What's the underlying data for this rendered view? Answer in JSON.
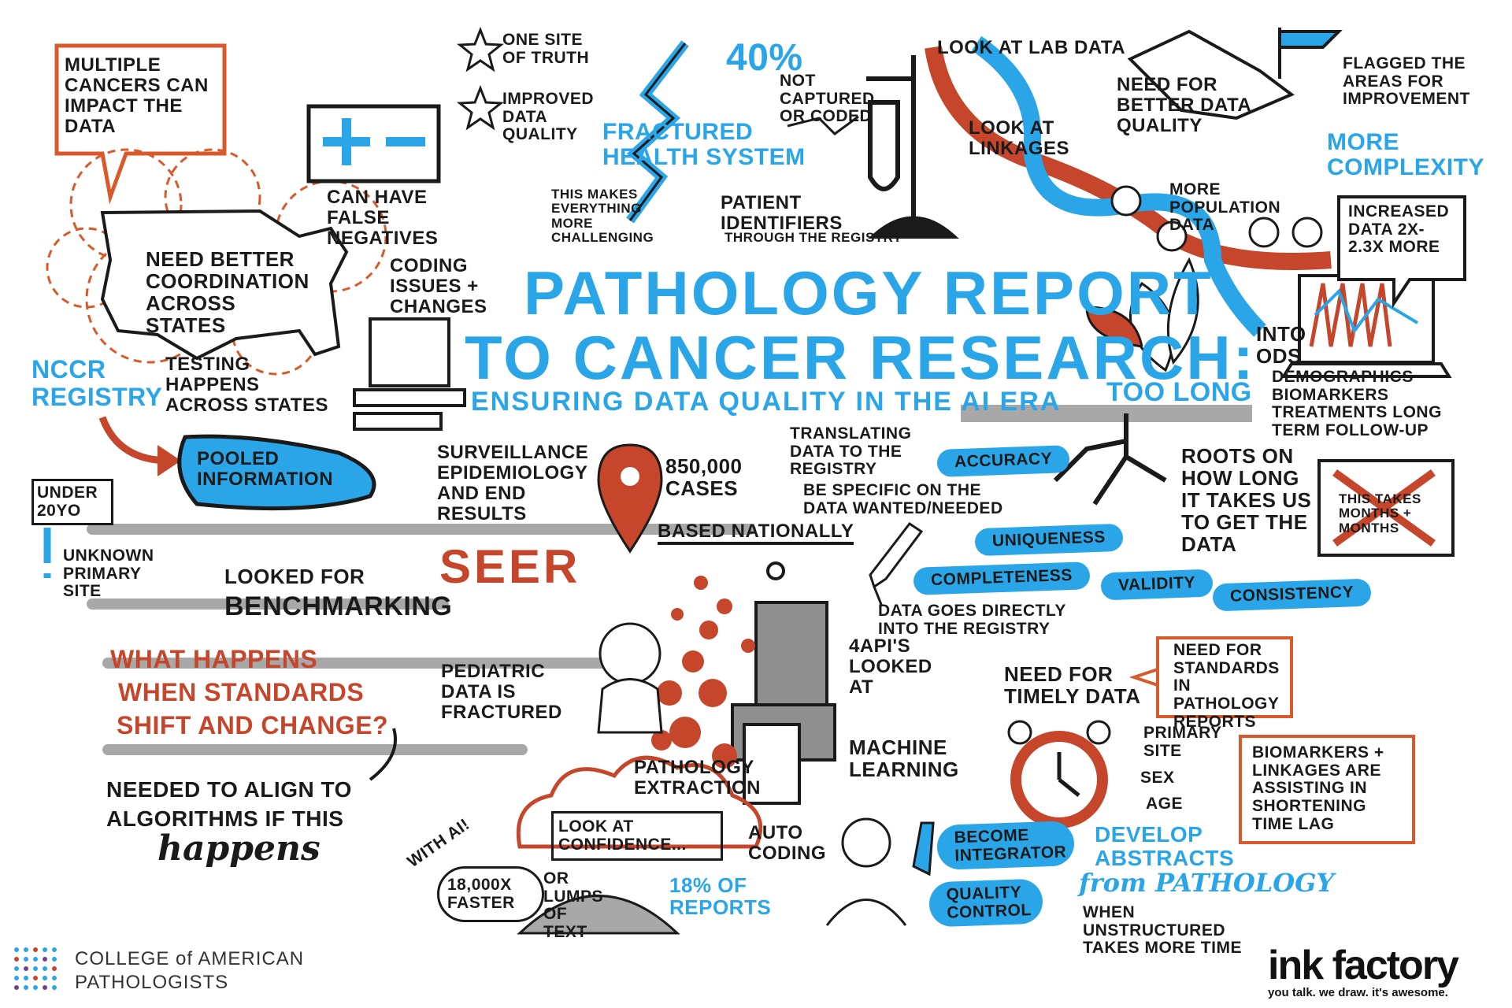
{
  "title": {
    "line1": "PATHOLOGY REPORT",
    "line2": "TO CANCER RESEARCH:",
    "subtitle": "ENSURING DATA QUALITY IN THE AI ERA"
  },
  "notes": {
    "multiple_cancers": "MULTIPLE CANCERS CAN Impact THE DATA",
    "false_negatives": "CAN HAVE FALSE NEGATIVES",
    "one_site": "ONE SITE OF TRUTH",
    "improved_quality": "IMPROVED DATA QUALITY",
    "forty_pct": "40%",
    "not_captured": "NOT CAPTURED OR CODED",
    "fractured": "FRACTURED HEALTH SYSTEM",
    "challenging": "THIS MAKES EVERYTHING MORE CHALLENGING",
    "patient_ids": "PATIENT IDENTIFIERS",
    "through_registry": "THROUGH THE REGISTRY",
    "lab_data": "LOOK AT LAB DATA",
    "linkages": "LOOK AT LINKAGES",
    "better_quality": "NEED FOR BETTER DATA QUALITY",
    "flagged": "FLAGGED THE AREAS FOR Improvement",
    "more_complexity": "MORE COMPLEXITY",
    "more_population": "MORE POPULATION DATA",
    "increased": "INCREASED DATA 2X-2.3X MORE",
    "coordination": "NEED BETTER COORDINATION ACROSS STATES",
    "testing": "TESTING HAPPENS ACROSS STATES",
    "coding": "CODING ISSUES + CHANGES",
    "nccr": "NCCR REGISTRY",
    "pooled": "POOLED INFORMATION",
    "under20": "UNDER 20YO",
    "unknown": "UNKNOWN PRIMARY SITE",
    "benchmarking1": "LOOKED for",
    "benchmarking2": "BENCHMARKING",
    "seer_desc": "SURVEILLANCE EPIDEMIOLOGY AND END RESULTS",
    "seer": "SEER",
    "cases": "850,000 CASES",
    "based": "BASED NATIONALLY",
    "translating": "TRANSLATING DATA TO THE REGISTRY",
    "be_specific": "BE SPECIFIC ON THE DATA WANTED/NEEDED",
    "accuracy": "ACCURACY",
    "uniqueness": "UNIQUENESS",
    "completeness": "COMPLETENESS",
    "validity": "VALIDITY",
    "consistency": "CONSISTENCY",
    "goes_directly": "DATA GOES DIRECTLY INTO THE REGISTRY",
    "too_long": "TOO LONG",
    "roots": "ROOTS ON HOW LONG IT TAKES US TO GET THE DATA",
    "into_ods": "INTO ODS",
    "ods_list": "DEMOGRAPHICS BIOMARKERS TREATMENTS LONG TERM FOLLOW-UP",
    "takes_months": "THIS TAKES MONTHS + MONTHS",
    "what_happens1": "WHAT HAPPENS",
    "what_happens2": "WHEN STANDARDS",
    "what_happens3": "SHIFT and CHANGE?",
    "aligned1": "NEEDED TO ALIGN TO",
    "aligned2": "ALGORITHMS IF THIS",
    "aligned3": "happens",
    "pediatric": "PEDIATRIC DATA IS FRACTURED",
    "apis": "4API's LOOKED AT",
    "ml": "MACHINE LEARNING",
    "extraction": "PATHOLOGY EXTRACTION",
    "confidence": "LOOK AT CONFIDENCE...",
    "auto": "AUTO CODING",
    "with_ai": "WITH AI!",
    "faster": "18,000X FASTER",
    "lumps": "or LUMPS of TEXT",
    "eighteen": "18% OF REPORTS",
    "integrator": "BECOME INTEGRATOR",
    "quality_control": "QUALITY CONTROL",
    "timely": "NEED for TIMELY DATA",
    "standards": "NEED FOR STANDARDS IN PATHOLOGY REPORTS",
    "primary_site": "PRIMARY SITE",
    "sex": "SEX",
    "age": "AGE",
    "biomarkers": "BIOMARKERS + LINKAGES ARE ASSISTING IN SHORTENING TIME LAG",
    "develop1": "DEVELOP ABSTRACTS",
    "develop2": "from PATHOLOGY",
    "unstructured": "WHEN UNSTRUCTURED TAKES MORE TIME"
  },
  "logos": {
    "cap_line1": "COLLEGE of AMERICAN",
    "cap_line2": "PATHOLOGISTS",
    "ink": "ink factory",
    "ink_tag": "you talk. we draw. it's awesome."
  },
  "colors": {
    "blue": "#2aa6e8",
    "orange": "#c5462a",
    "gray": "#a8a8a8",
    "black": "#1a1a1a"
  }
}
